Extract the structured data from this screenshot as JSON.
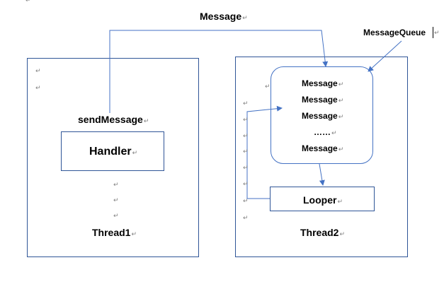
{
  "para_mark": "↵",
  "title": {
    "text": "Message"
  },
  "queue_label": {
    "text": "MessageQueue"
  },
  "thread1": {
    "send_label": "sendMessage",
    "handler_label": "Handler",
    "thread_label": "Thread1"
  },
  "thread2": {
    "queue_items": [
      "Message",
      "Message",
      "Message",
      "……",
      "Message"
    ],
    "looper_label": "Looper",
    "thread_label": "Thread2"
  },
  "colors": {
    "line": "#4472c4",
    "box_border": "#2f5597"
  }
}
